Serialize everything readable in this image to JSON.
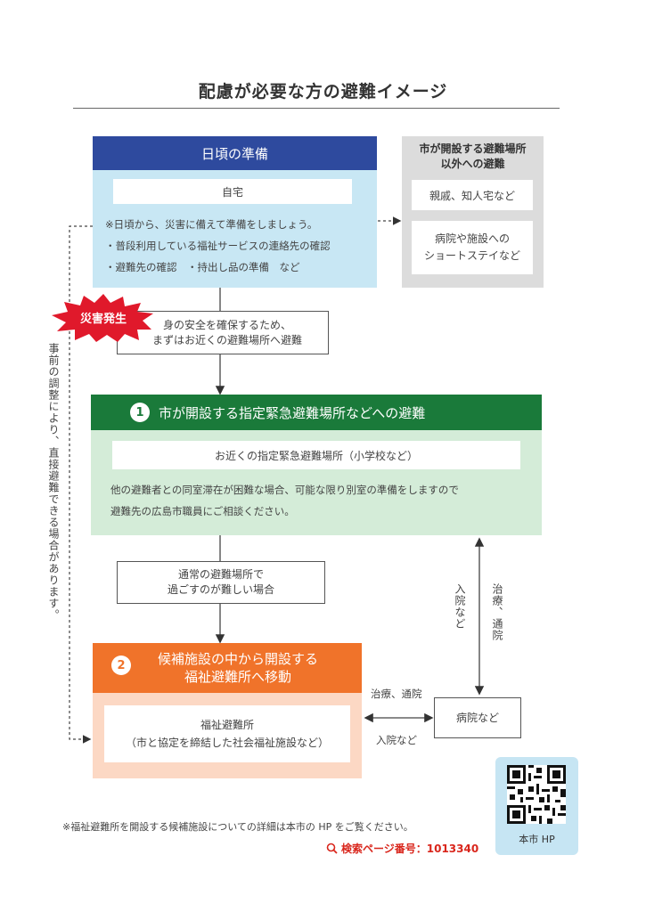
{
  "page": {
    "title": "配慮が必要な方の避難イメージ"
  },
  "preparation": {
    "header": "日頃の準備",
    "home": "自宅",
    "notes": [
      "※日頃から、災害に備えて準備をしましょう。",
      "・普段利用している福祉サービスの連絡先の確認",
      "・避難先の確認　・持出し品の準備　など"
    ]
  },
  "other_evacuation": {
    "title_line1": "市が開設する避難場所",
    "title_line2": "以外への避難",
    "option1": "親戚、知人宅など",
    "option2_line1": "病院や施設への",
    "option2_line2": "ショートステイなど"
  },
  "disaster": {
    "badge": "災害発生",
    "action_line1": "身の安全を確保するため、",
    "action_line2": "まずはお近くの避難場所へ避難"
  },
  "step1": {
    "number": "1",
    "header": "市が開設する指定緊急避難場所などへの避難",
    "place": "お近くの指定緊急避難場所（小学校など）",
    "note_line1": "他の避難者との同室滞在が困難な場合、可能な限り別室の準備をしますので",
    "note_line2": "避難先の広島市職員にご相談ください。"
  },
  "condition": {
    "line1": "通常の避難場所で",
    "line2": "過ごすのが難しい場合"
  },
  "step2": {
    "number": "2",
    "header_line1": "候補施設の中から開設する",
    "header_line2": "福祉避難所へ移動",
    "place_line1": "福祉避難所",
    "place_line2": "（市と協定を締結した社会福祉施設など）"
  },
  "hospital": {
    "label": "病院など",
    "admission_vertical": "入院など",
    "treatment_vertical": "治療、通院",
    "treatment_horizontal": "治療、通院",
    "admission_horizontal": "入院など"
  },
  "side_note": "事前の調整により、直接避難できる場合があります。",
  "footer": {
    "note": "※福祉避難所を開設する候補施設についての詳細は本市の HP をご覧ください。",
    "search": "検索ページ番号：1013340",
    "qr_label": "本市 HP"
  },
  "colors": {
    "blue_header": "#2e4a9e",
    "green_header": "#1a7a3a",
    "orange_header": "#f0732a",
    "badge_red": "#e0192b"
  }
}
